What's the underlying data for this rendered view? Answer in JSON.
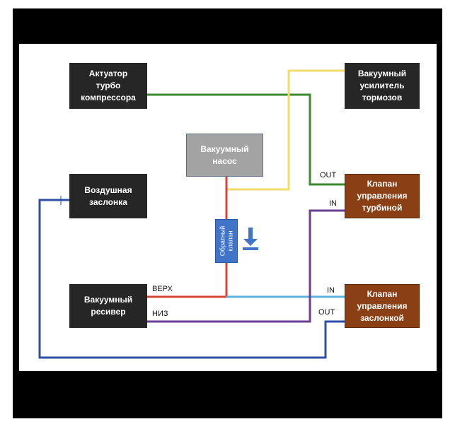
{
  "colors": {
    "frame": "#000000",
    "box_dark": "#262626",
    "box_brown": "#8b3f15",
    "box_grey": "#a3a3a3",
    "valve_blue": "#3f74c8",
    "line_green": "#3c8a2f",
    "line_yellow": "#f2dc6a",
    "line_red": "#d64535",
    "line_purple": "#6a3e93",
    "line_cyan": "#5fb2dc",
    "line_blue": "#2e4fa6"
  },
  "nodes": {
    "turbo_actuator": "Актуатор\nтурбо\nкомпрессора",
    "brake_booster": "Вакуумный\nусилитель\nтормозов",
    "vacuum_pump": "Вакуумный\nнасос",
    "air_damper": "Воздушная\nзаслонка",
    "turbine_valve": "Клапан\nуправления\nтурбиной",
    "check_valve": "Обратный\nклапан",
    "vacuum_receiver": "Вакуумный\nресивер",
    "damper_valve": "Клапан\nуправления\nзаслонкой"
  },
  "port_labels": {
    "turbine_out": "OUT",
    "turbine_in": "IN",
    "receiver_top": "ВЕРХ",
    "receiver_bottom": "НИЗ",
    "damper_in": "IN",
    "damper_out": "OUT"
  },
  "icons": {
    "flow_direction": "arrow-down-to-bar-icon"
  }
}
